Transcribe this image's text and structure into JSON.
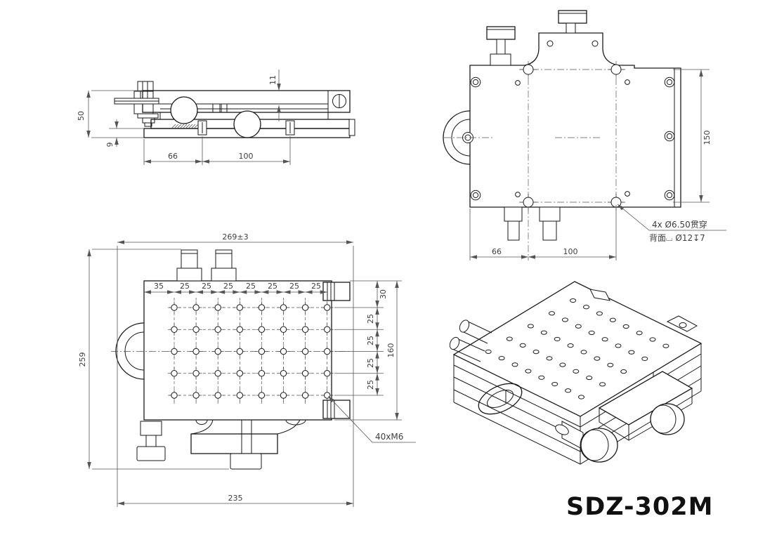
{
  "drawing_title": "SDZ-302M",
  "side_view": {
    "dim_height": "50",
    "dim_base_height": "9",
    "dim_knob1_offset": "66",
    "dim_knob2_offset": "100",
    "dim_top_step": "11"
  },
  "bottom_view": {
    "dim_hole_spacing_depth": "150",
    "dim_hole_offset_left": "66",
    "dim_hole_spacing_width": "100",
    "callout_holes_line1": "4x Ø6.50贯穿",
    "callout_holes_line2": "背面⌴ Ø12↧7"
  },
  "top_view": {
    "dim_overall_width": "269±3",
    "dim_col_first": "35",
    "dim_col_pitch": [
      "25",
      "25",
      "25",
      "25",
      "25",
      "25",
      "25"
    ],
    "dim_row_first": "30",
    "dim_row_pitch": [
      "25",
      "25",
      "25",
      "25"
    ],
    "dim_grid_depth": "160",
    "dim_overall_depth": "259",
    "dim_plate_width": "235",
    "callout_thread_holes": "40xM6"
  }
}
